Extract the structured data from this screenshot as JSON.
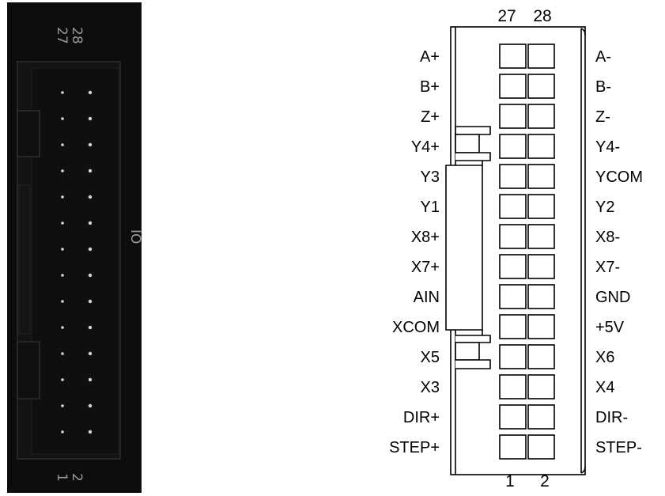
{
  "colors": {
    "photo_background": "#0d0d0d",
    "connector_body": "#141414",
    "silkscreen": "#9a9a9a",
    "pin": "#d8d8d8",
    "diagram_line": "#000000"
  },
  "photo": {
    "silk_top": [
      "28",
      "27"
    ],
    "silk_bottom": [
      "2",
      "1"
    ],
    "silk_side": "IO",
    "pin_rows": 14
  },
  "connector": {
    "top_numbers": [
      "27",
      "28"
    ],
    "bottom_numbers": [
      "1",
      "2"
    ],
    "rows": [
      {
        "left": "A+",
        "right": "A-"
      },
      {
        "left": "B+",
        "right": "B-"
      },
      {
        "left": "Z+",
        "right": "Z-"
      },
      {
        "left": "Y4+",
        "right": "Y4-"
      },
      {
        "left": "Y3",
        "right": "YCOM"
      },
      {
        "left": "Y1",
        "right": "Y2"
      },
      {
        "left": "X8+",
        "right": "X8-"
      },
      {
        "left": "X7+",
        "right": "X7-"
      },
      {
        "left": "AIN",
        "right": "GND"
      },
      {
        "left": "XCOM",
        "right": "+5V"
      },
      {
        "left": "X5",
        "right": "X6"
      },
      {
        "left": "X3",
        "right": "X4"
      },
      {
        "left": "DIR+",
        "right": "DIR-"
      },
      {
        "left": "STEP+",
        "right": "STEP-"
      }
    ]
  }
}
